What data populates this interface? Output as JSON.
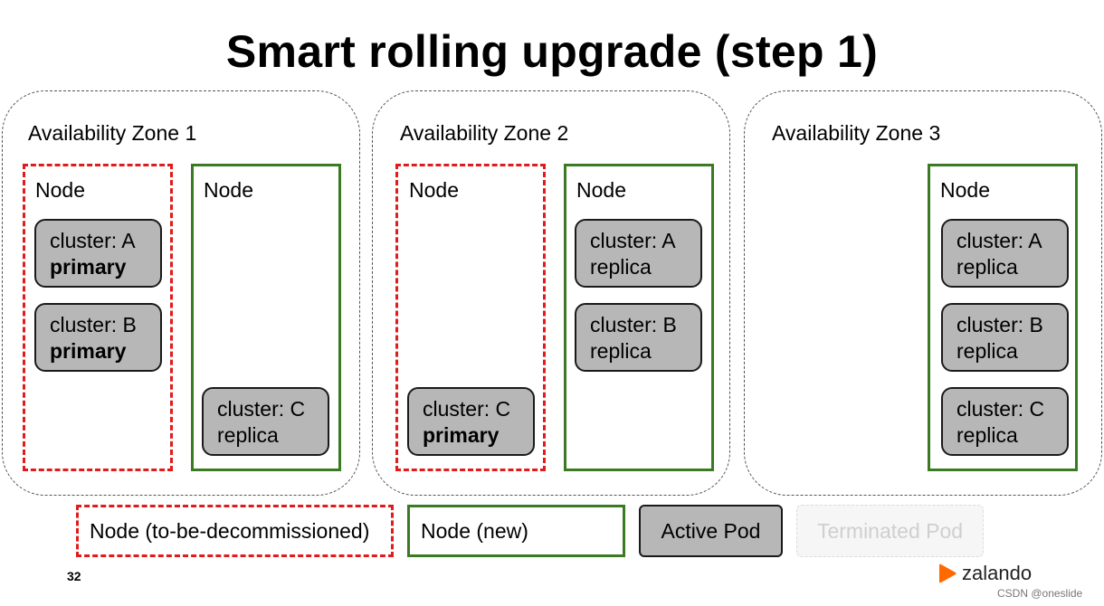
{
  "title": "Smart rolling upgrade (step 1)",
  "zones": [
    {
      "label": "Availability Zone 1"
    },
    {
      "label": "Availability Zone 2"
    },
    {
      "label": "Availability Zone 3"
    }
  ],
  "nodes": {
    "z1_old": {
      "label": "Node",
      "pods": [
        {
          "cluster": "cluster: A",
          "role": "primary"
        },
        {
          "cluster": "cluster: B",
          "role": "primary"
        }
      ]
    },
    "z1_new": {
      "label": "Node",
      "pods": [
        {
          "cluster": "cluster: C",
          "role": "replica"
        }
      ]
    },
    "z2_old": {
      "label": "Node",
      "pods": [
        {
          "cluster": "cluster: C",
          "role": "primary"
        }
      ]
    },
    "z2_new": {
      "label": "Node",
      "pods": [
        {
          "cluster": "cluster: A",
          "role": "replica"
        },
        {
          "cluster": "cluster: B",
          "role": "replica"
        }
      ]
    },
    "z3_new": {
      "label": "Node",
      "pods": [
        {
          "cluster": "cluster: A",
          "role": "replica"
        },
        {
          "cluster": "cluster: B",
          "role": "replica"
        },
        {
          "cluster": "cluster: C",
          "role": "replica"
        }
      ]
    }
  },
  "legend": {
    "decommissioned": "Node (to-be-decommissioned)",
    "new": "Node (new)",
    "active": "Active Pod",
    "terminated": "Terminated Pod"
  },
  "footer": {
    "page_number": "32",
    "brand": "zalando",
    "watermark": "CSDN @oneslide"
  },
  "colors": {
    "decommissioned_border": "#e11b1b",
    "new_border": "#3a7a22",
    "active_pod_fill": "#b7b7b7",
    "brand_orange": "#ff6900"
  }
}
